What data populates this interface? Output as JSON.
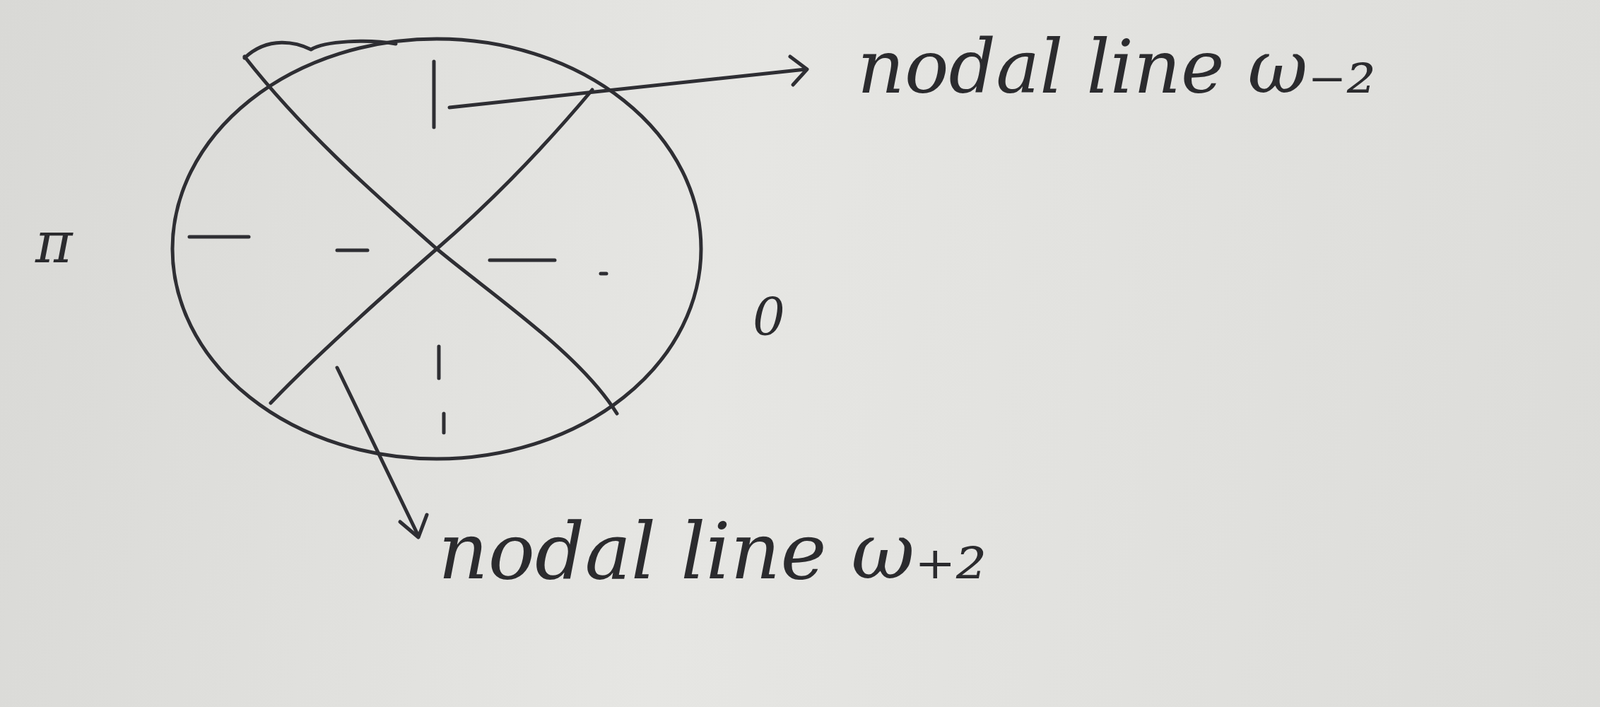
{
  "diagram": {
    "labels": [
      "nodal line ω₋₂",
      "π",
      "0",
      "nodal line ω₊₂"
    ]
  }
}
